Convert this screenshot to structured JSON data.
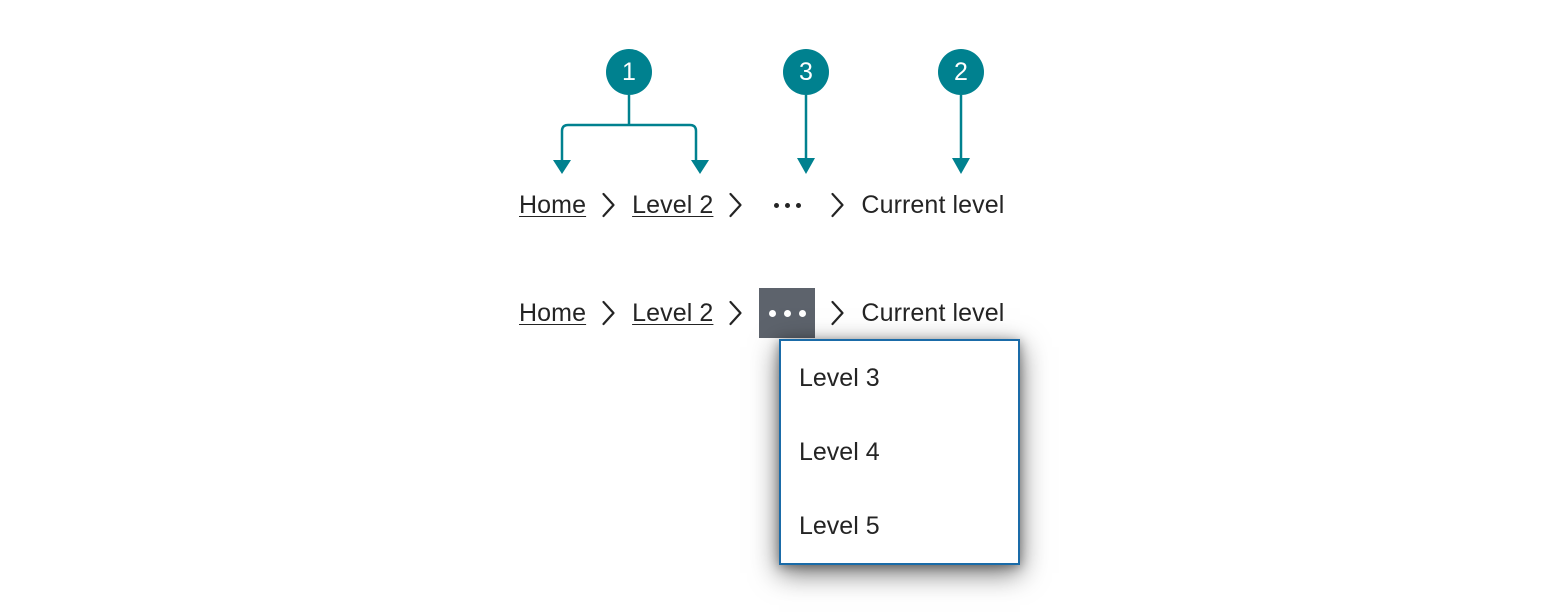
{
  "theme": {
    "accent_teal": "#00818f",
    "callout_text": "#ffffff",
    "text": "#242424",
    "overflow_hover_bg": "#5d636c",
    "menu_border": "#1a6ba8",
    "menu_bg": "#ffffff",
    "page_bg": "#ffffff"
  },
  "callouts": [
    {
      "number": "1",
      "name": "callout-1",
      "points_to": "breadcrumb-links"
    },
    {
      "number": "3",
      "name": "callout-3",
      "points_to": "overflow-ellipsis"
    },
    {
      "number": "2",
      "name": "callout-2",
      "points_to": "current-level"
    }
  ],
  "breadcrumb_plain": {
    "items": [
      {
        "label": "Home",
        "type": "link"
      },
      {
        "label": "Level 2",
        "type": "link"
      },
      {
        "label": "...",
        "type": "overflow"
      },
      {
        "label": "Current level",
        "type": "current"
      }
    ],
    "separator": "chevron-right"
  },
  "breadcrumb_open": {
    "items": [
      {
        "label": "Home",
        "type": "link"
      },
      {
        "label": "Level 2",
        "type": "link"
      },
      {
        "label": "...",
        "type": "overflow"
      },
      {
        "label": "Current level",
        "type": "current"
      }
    ],
    "separator": "chevron-right",
    "overflow_state": "hover"
  },
  "overflow_menu": {
    "items": [
      {
        "label": "Level 3"
      },
      {
        "label": "Level 4"
      },
      {
        "label": "Level 5"
      }
    ]
  }
}
